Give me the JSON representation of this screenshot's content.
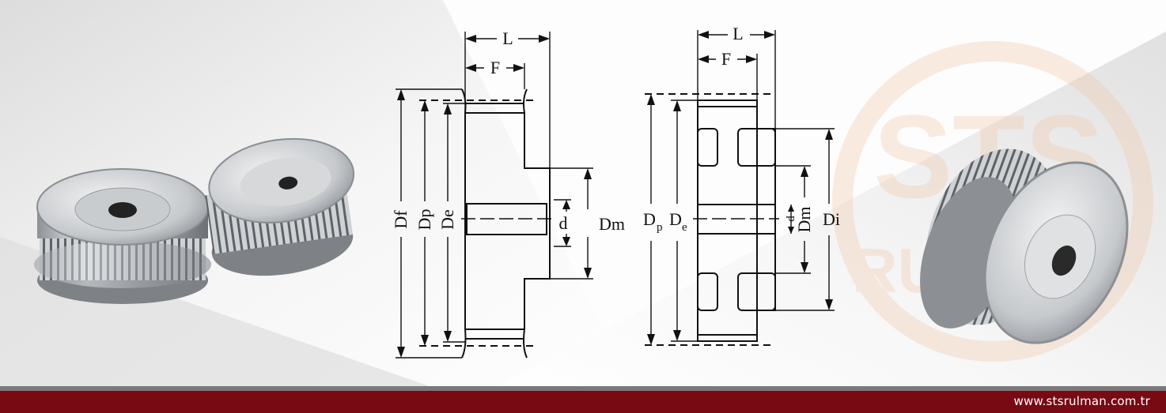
{
  "footer": {
    "website": "www.stsrulman.com.tr"
  },
  "watermark": {
    "text_top": "STS",
    "text_bottom": "RULMAN"
  },
  "diagram_left": {
    "labels": {
      "L": "L",
      "F": "F",
      "Df": "Df",
      "Dp": "Dp",
      "De": "De",
      "d": "d",
      "Dm": "Dm"
    }
  },
  "diagram_right": {
    "labels": {
      "L": "L",
      "F": "F",
      "Dp": "D",
      "Dp_sub": "p",
      "De": "D",
      "De_sub": "e",
      "d": "d",
      "Dm": "Dm",
      "Di": "Di"
    }
  },
  "colors": {
    "footer": "#780a14",
    "footer_line": "#7a7a7a",
    "watermark": "#f3c9ac"
  }
}
